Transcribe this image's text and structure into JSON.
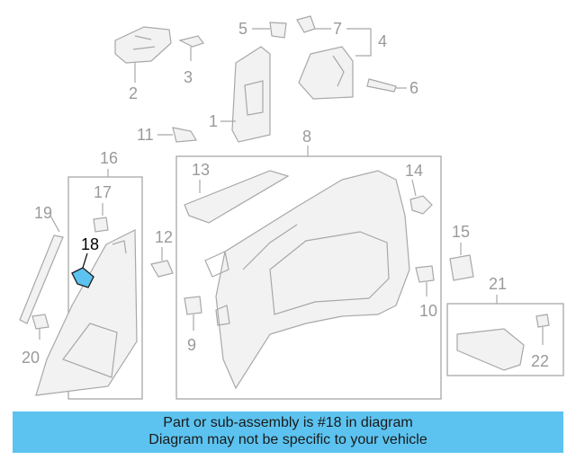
{
  "diagram": {
    "callouts": {
      "c1": "1",
      "c2": "2",
      "c3": "3",
      "c4": "4",
      "c5": "5",
      "c6": "6",
      "c7": "7",
      "c8": "8",
      "c9": "9",
      "c10": "10",
      "c11": "11",
      "c12": "12",
      "c13": "13",
      "c14": "14",
      "c15": "15",
      "c16": "16",
      "c17": "17",
      "c18": "18",
      "c19": "19",
      "c20": "20",
      "c21": "21",
      "c22": "22"
    },
    "highlight_color": "#5cc3f0",
    "line_color": "#a8a8a8"
  },
  "caption": {
    "line1": "Part or sub-assembly is #18 in diagram",
    "line2": "Diagram may not be specific to your vehicle",
    "background": "#5cc3f0"
  }
}
